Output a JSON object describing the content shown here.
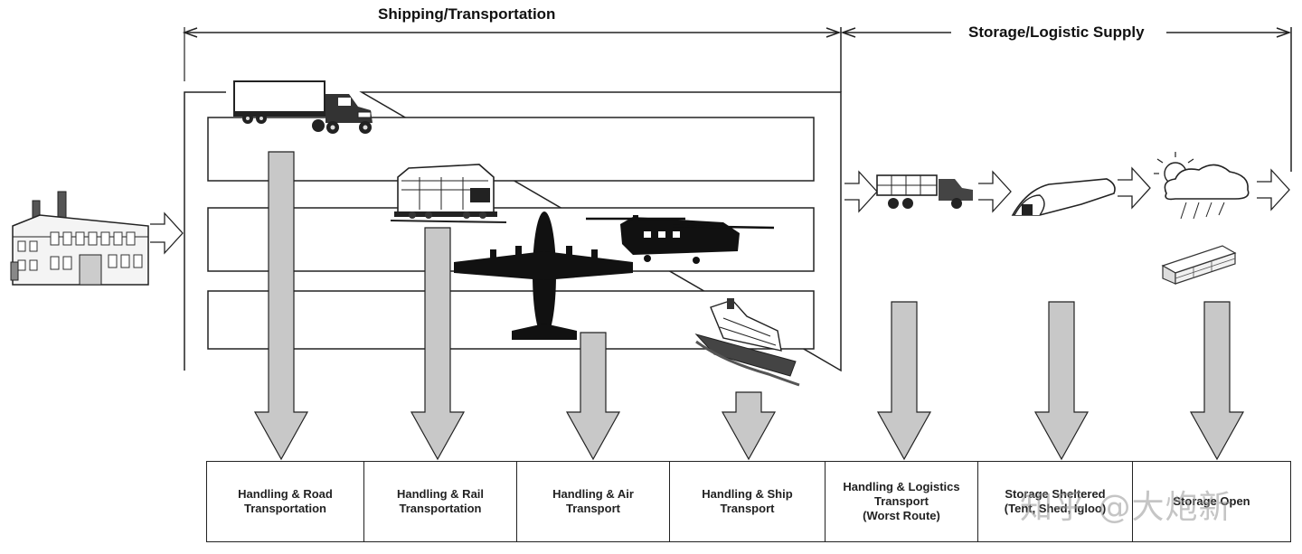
{
  "header": {
    "shipping_label": "Shipping/Transportation",
    "storage_label": "Storage/Logistic Supply"
  },
  "stages": [
    {
      "label": "Handling & Road\nTransportation",
      "icon": "truck-icon"
    },
    {
      "label": "Handling & Rail\nTransportation",
      "icon": "locomotive-icon"
    },
    {
      "label": "Handling & Air\nTransport",
      "icon": "airplane-icon"
    },
    {
      "label": "Handling & Ship\nTransport",
      "icon": "ship-icon"
    },
    {
      "label": "Handling & Logistics\nTransport\n(Worst Route)",
      "icon": "military-truck-icon"
    },
    {
      "label": "Storage Sheltered\n(Tent, Shed, Igloo)",
      "icon": "igloo-shelter-icon"
    },
    {
      "label": "Storage Open",
      "icon": "weather-cloud-icon"
    }
  ],
  "watermark": "知乎 @大炮新",
  "colors": {
    "arrow_fill": "#c8c8c8",
    "line": "#222222",
    "silhouette": "#111111"
  }
}
